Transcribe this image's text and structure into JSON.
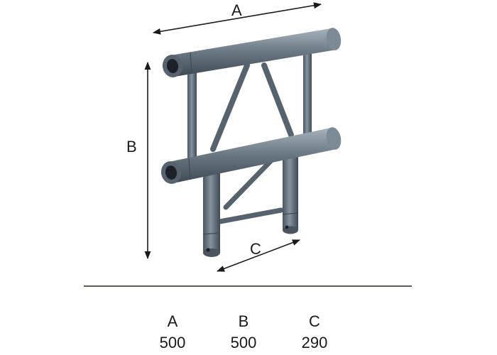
{
  "diagram": {
    "dimension_labels": {
      "a": "A",
      "b": "B",
      "c": "C"
    }
  },
  "spec_table": {
    "headers": [
      "A",
      "B",
      "C"
    ],
    "values": [
      "500",
      "500",
      "290"
    ]
  },
  "colors": {
    "tube": "#6e7c88",
    "tube_dark": "#3e4953",
    "tube_light": "#9aa6b0",
    "dimension_line": "#1a1a1a",
    "divider": "#58624a"
  }
}
